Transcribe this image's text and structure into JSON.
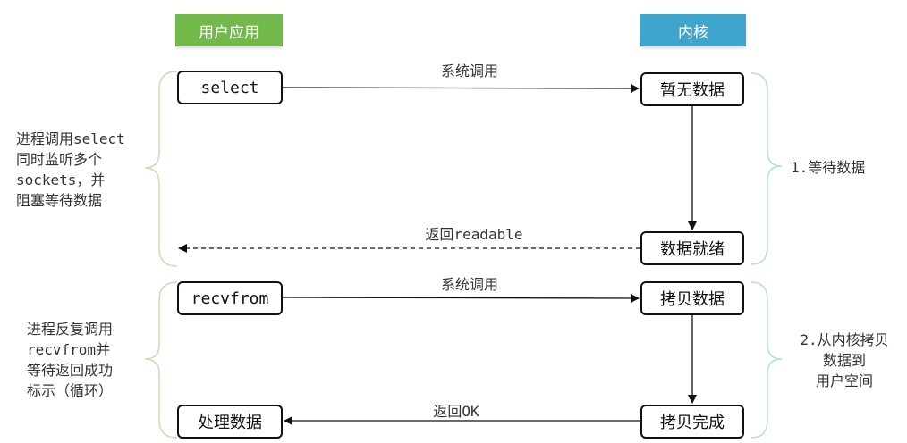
{
  "headers": {
    "user_app": "用户应用",
    "kernel": "内核"
  },
  "phase1": {
    "call_box": "select",
    "syscall_label": "系统调用",
    "kernel_state": "暂无数据",
    "kernel_ready": "数据就绪",
    "return_label": "返回readable",
    "left_description": [
      "进程调用select",
      "同时监听多个",
      "sockets，并",
      "阻塞等待数据"
    ],
    "right_note": [
      "1.等待数据"
    ]
  },
  "phase2": {
    "call_box": "recvfrom",
    "syscall_label": "系统调用",
    "kernel_state": "拷贝数据",
    "kernel_done": "拷贝完成",
    "return_label": "返回OK",
    "result_box": "处理数据",
    "left_description": [
      "进程反复调用",
      "recvfrom并",
      "等待返回成功",
      "标示（循环）"
    ],
    "right_note": [
      "2.从内核拷贝",
      "数据到",
      "用户空间"
    ]
  },
  "colors": {
    "user_header": "#72b84a",
    "kernel_header": "#3ea6cc",
    "brace": "#c8ddb0",
    "note_brace": "#b5ddd9"
  }
}
